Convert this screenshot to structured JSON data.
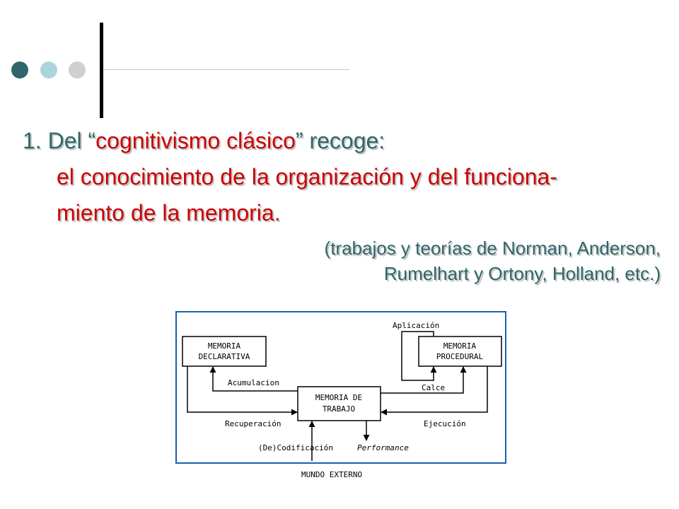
{
  "heading": {
    "number": "1.",
    "line1_teal_a": "Del “",
    "line1_red": "cognitivismo  clásico",
    "line1_teal_b": "” recoge:",
    "line2": "el conocimiento de la organización  y del  funciona-",
    "line3": "miento de la memoria."
  },
  "references": {
    "line1": "(trabajos y teorías de Norman, Anderson,",
    "line2": "Rumelhart y Ortony, Holland, etc.)"
  },
  "diagram": {
    "box_declarativa": [
      "MEMORIA",
      "DECLARATIVA"
    ],
    "box_procedural": [
      "MEMORIA",
      "PROCEDURAL"
    ],
    "box_trabajo": [
      "MEMORIA DE",
      "TRABAJO"
    ],
    "label_acumulacion": "Acumulacion",
    "label_recuperacion": "Recuperación",
    "label_aplicacion": "Aplicación",
    "label_calce": "Calce",
    "label_ejecucion": "Ejecución",
    "label_codificacion": "(De)Codificación",
    "label_performance": "Performance",
    "label_mundo": "MUNDO EXTERNO"
  },
  "colors": {
    "teal": "#2f6669",
    "red": "#cc0000",
    "diagram_border": "#1a5fb4"
  }
}
